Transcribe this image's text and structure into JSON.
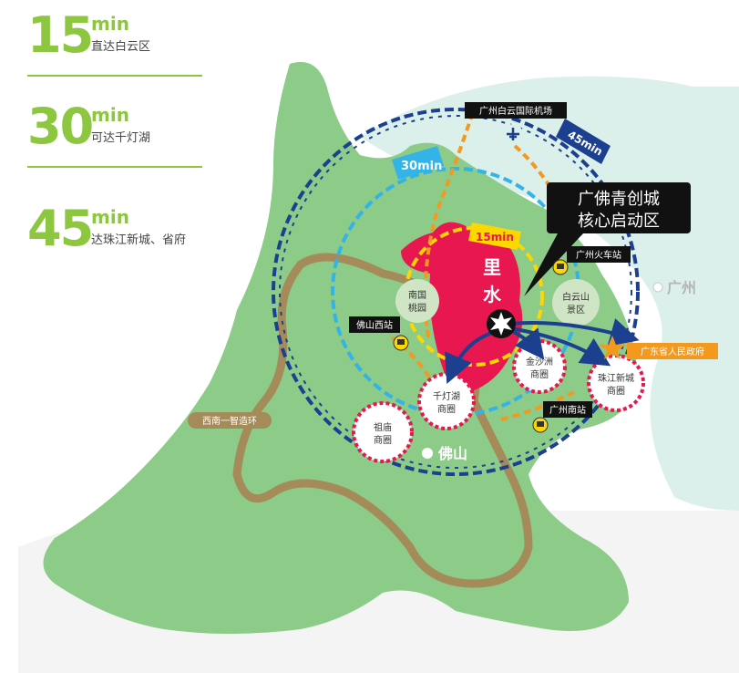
{
  "legend": [
    {
      "value": "15",
      "unit": "min",
      "desc": "直达白云区"
    },
    {
      "value": "30",
      "unit": "min",
      "desc": "可达千灯湖"
    },
    {
      "value": "45",
      "unit": "min",
      "desc": "达珠江新城、省府"
    }
  ],
  "rings": {
    "r15": "15min",
    "r30": "30min",
    "r45": "45min"
  },
  "callout": {
    "line1": "广佛青创城",
    "line2": "核心启动区"
  },
  "center_label": {
    "c1": "里",
    "c2": "水"
  },
  "places": {
    "airport": "广州白云国际机场",
    "gz_station": "广州火车站",
    "baiyun_line1": "白云山",
    "baiyun_line2": "景区",
    "guangzhou": "广州",
    "gov": "广东省人民政府",
    "nanguo_line1": "南国",
    "nanguo_line2": "桃园",
    "foshan_west": "佛山西站",
    "jinshazhou_line1": "金沙洲",
    "jinshazhou_line2": "商圈",
    "zhujiang_line1": "珠江新城",
    "zhujiang_line2": "商圈",
    "qiandenghu_line1": "千灯湖",
    "qiandenghu_line2": "商圈",
    "gz_south": "广州南站",
    "zumiao_line1": "祖庙",
    "zumiao_line2": "商圈",
    "foshan": "佛山",
    "ring_road": "西南一智造环"
  },
  "colors": {
    "green_land": "#8ccb88",
    "water": "#dbefeb",
    "red_zone": "#e8174f",
    "navy": "#1d3f8f",
    "cyan": "#33b3e8",
    "yellow": "#ffd700",
    "orange": "#f39a1e",
    "ring_road": "#a58a5a",
    "accent_green": "#8dc63f"
  }
}
